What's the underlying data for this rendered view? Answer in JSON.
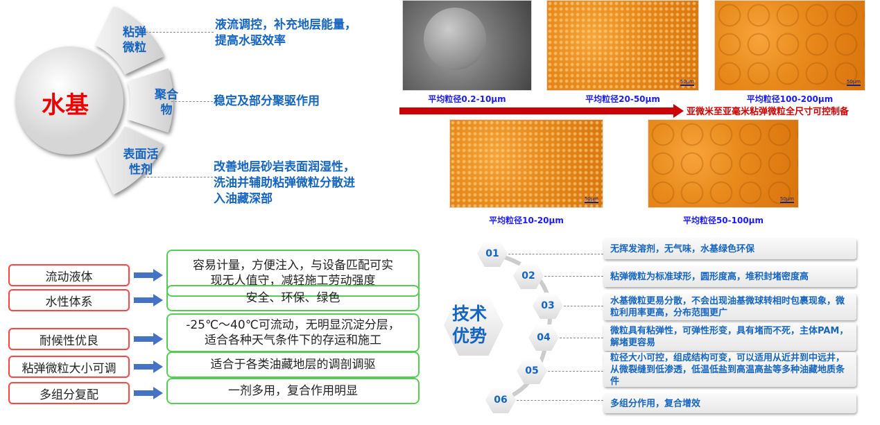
{
  "water_based": {
    "center": "水基",
    "segments": [
      {
        "label_l1": "粘弹",
        "label_l2": "微粒",
        "desc_l1": "液流调控，补充地层能量，",
        "desc_l2": "提高水驱效率"
      },
      {
        "label_l1": "聚合",
        "label_l2": "物",
        "desc_l1": "稳定及部分聚驱作用"
      },
      {
        "label_l1": "表面活",
        "label_l2": "性剂",
        "desc_l1": "改善地层砂岩表面润湿性，",
        "desc_l2": "洗油并辅助粘弹微粒分散进",
        "desc_l3": "入油藏深部"
      }
    ]
  },
  "micrographs": {
    "captions": [
      "平均粒径0.2-10μm",
      "平均粒径20-50μm",
      "平均粒径100-200μm",
      "平均粒径10-20μm",
      "平均粒径50-100μm"
    ],
    "scale_label": "50μm",
    "arrow_text": "亚微米至亚毫米粘弹微粒全尺寸可控制备",
    "arrow_color": "#cc0000"
  },
  "features": [
    {
      "name": "流动液体",
      "desc_l1": "容易计量，方便注入，与设备匹配可实",
      "desc_l2": "现无人值守，减轻施工劳动强度"
    },
    {
      "name": "水性体系",
      "desc_l1": "安全、环保、绿色"
    },
    {
      "name": "耐候性优良",
      "desc_l1": "-25℃～40℃可流动，无明显沉淀分层，",
      "desc_l2": "适合各种天气条件下的存运和施工"
    },
    {
      "name": "粘弹微粒大小可调",
      "desc_l1": "适合于各类油藏地层的调剖调驱"
    },
    {
      "name": "多组分复配",
      "desc_l1": "一剂多用，复合作用明显"
    }
  ],
  "advantages": {
    "title_l1": "技术",
    "title_l2": "优势",
    "items": [
      {
        "num": "01",
        "text": "无挥发溶剂，无气味，水基绿色环保"
      },
      {
        "num": "02",
        "text": "粘弹微粒为标准球形，圆形度高，堆积封堵密度高"
      },
      {
        "num": "03",
        "text": "水基微粒更易分散，不会出现油基微球转相时包裹现象，微粒利用率更高，分布范围更广"
      },
      {
        "num": "04",
        "text": "微粒具有粘弹性，可弹性形变，具有堵而不死，主体PAM，解堵更容易"
      },
      {
        "num": "05",
        "text": "粒径大小可控，组成结构可变，可以适用从近井到中远井，从微裂缝到低渗透，低温低盐到高温高盐等多种油藏地质条件"
      },
      {
        "num": "06",
        "text": "多组分作用，复合增效"
      }
    ]
  }
}
